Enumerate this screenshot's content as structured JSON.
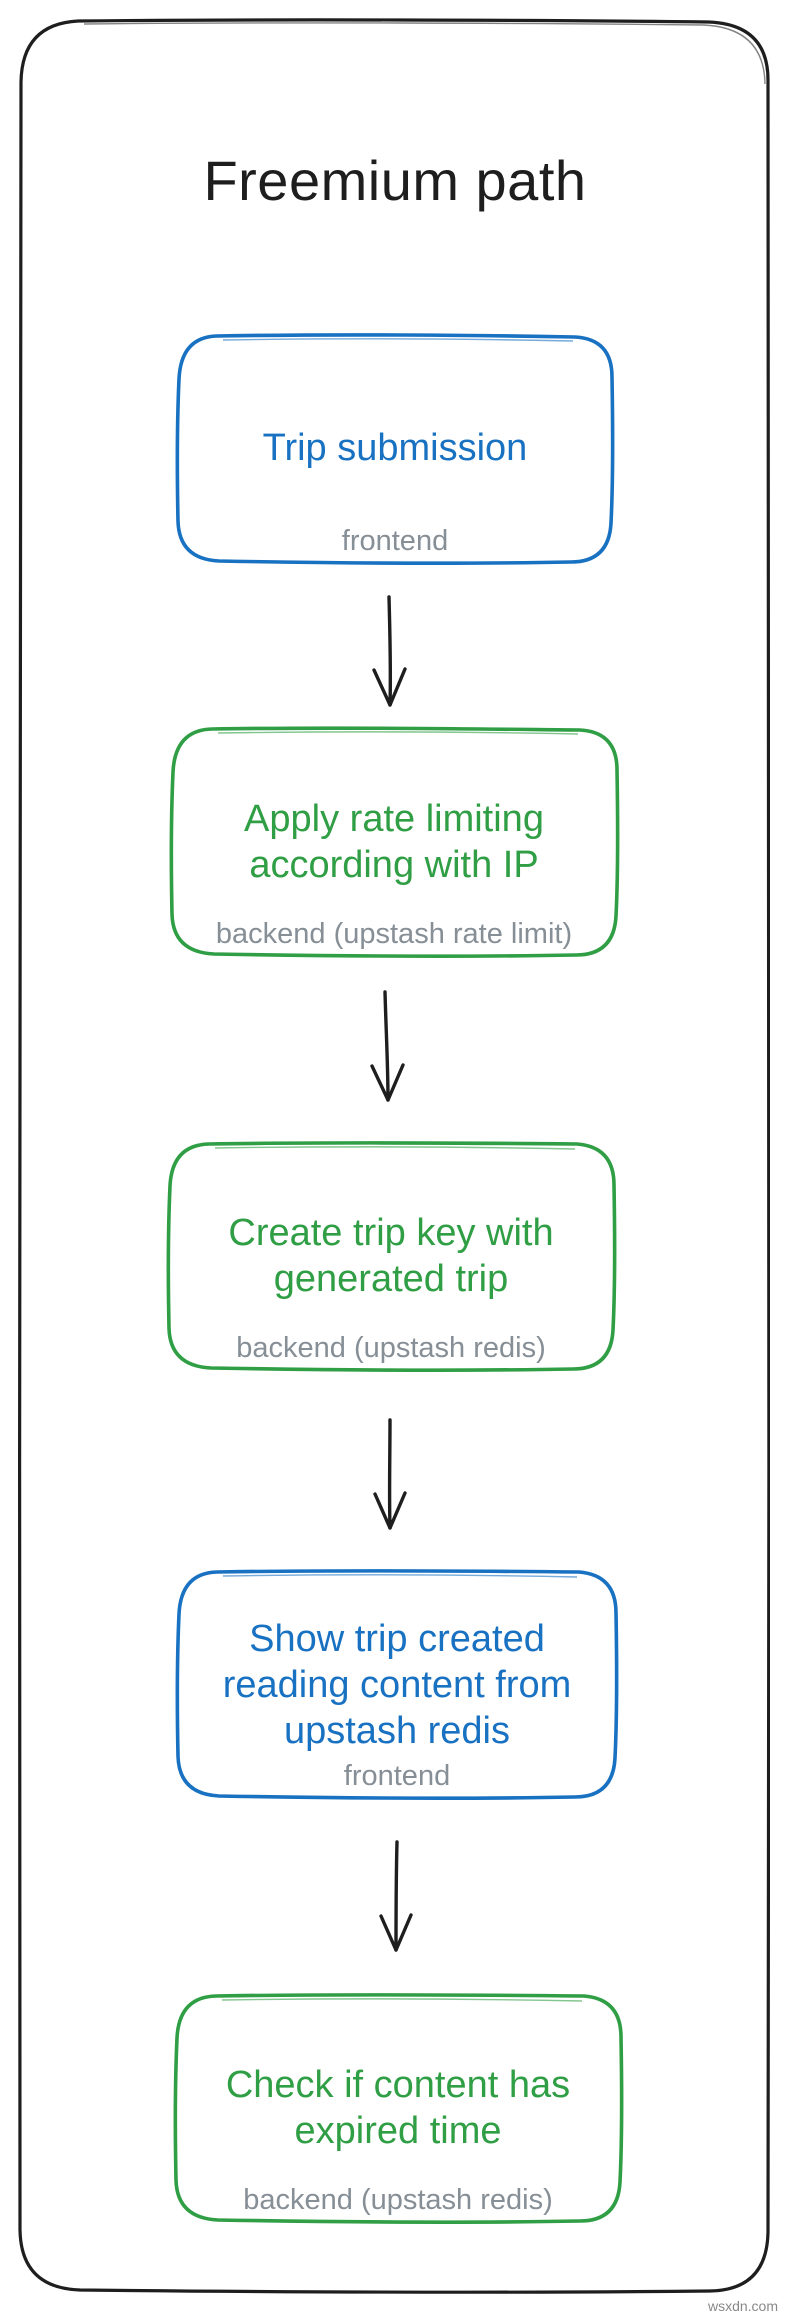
{
  "diagram": {
    "title": "Freemium path",
    "colors": {
      "frontend": "#1971c2",
      "backend": "#2f9e44",
      "sub_label": "#868e96",
      "stroke": "#1e1e1e"
    },
    "nodes": [
      {
        "id": "trip-submission",
        "kind": "frontend",
        "lines": [
          "Trip submission"
        ],
        "sub": "frontend"
      },
      {
        "id": "rate-limiting",
        "kind": "backend",
        "lines": [
          "Apply rate limiting",
          "according with IP"
        ],
        "sub": "backend (upstash rate limit)"
      },
      {
        "id": "create-trip-key",
        "kind": "backend",
        "lines": [
          "Create trip key with",
          "generated trip"
        ],
        "sub": "backend (upstash redis)"
      },
      {
        "id": "show-trip",
        "kind": "frontend",
        "lines": [
          "Show trip created",
          "reading content from",
          "upstash redis"
        ],
        "sub": "frontend"
      },
      {
        "id": "check-expired",
        "kind": "backend",
        "lines": [
          "Check if content has",
          "expired time"
        ],
        "sub": "backend (upstash redis)"
      }
    ]
  },
  "watermark": "wsxdn.com"
}
